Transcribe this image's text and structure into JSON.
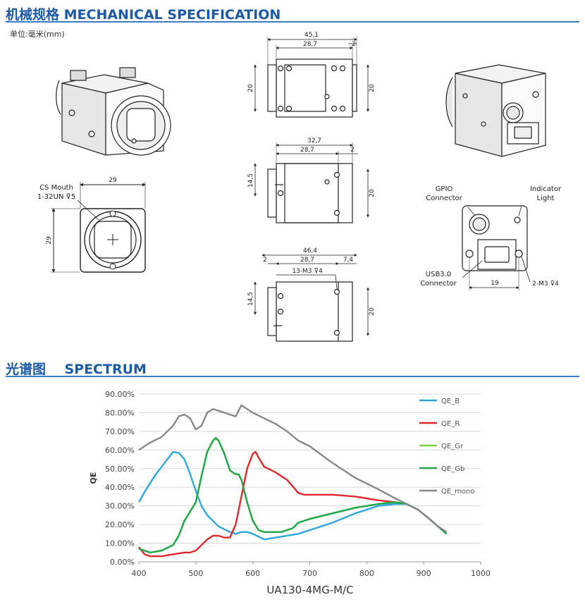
{
  "mechanical": {
    "title": "机械规格 MECHANICAL SPECIFICATION",
    "unit_note": "单位:毫米(mm)",
    "front_view": {
      "width": "29",
      "height": "29",
      "mount_label_1": "CS Mouth",
      "mount_label_2": "1-32UN ⊽5"
    },
    "top_view": {
      "overall": "45,1",
      "body": "28,7",
      "offset": "2",
      "left_height": "20",
      "right_height": "20"
    },
    "side_view": {
      "overall": "32,7",
      "body": "28,7",
      "offset": "2",
      "left_height": "14,5",
      "right_height": "20"
    },
    "bottom_view": {
      "overall": "46,4",
      "left_offset": "2",
      "body": "28,7",
      "right_offset": "7,4",
      "screw": "13-M3 ⊽4",
      "left_height": "14,5",
      "right_height": "20"
    },
    "rear_view": {
      "gpio_1": "GPIO",
      "gpio_2": "Connector",
      "indicator_1": "Indicator",
      "indicator_2": "Light",
      "usb_1": "USB3.0",
      "usb_2": "Connector",
      "spacing": "19",
      "screw": "2-M3 ⊽4"
    }
  },
  "spectrum": {
    "title": "光谱图    SPECTRUM"
  },
  "chart_data": {
    "type": "line",
    "title": "",
    "xlabel": "UA130-4MG-M/C",
    "ylabel": "QE",
    "xlim": [
      400,
      1000
    ],
    "ylim": [
      0,
      0.9
    ],
    "xticks": [
      400,
      500,
      600,
      700,
      800,
      900,
      1000
    ],
    "yticks": [
      "0.00%",
      "10.00%",
      "20.00%",
      "30.00%",
      "40.00%",
      "50.00%",
      "60.00%",
      "70.00%",
      "80.00%",
      "90.00%"
    ],
    "grid": true,
    "legend_position": "right",
    "series": [
      {
        "name": "QE_B",
        "color": "#2aa7e0",
        "x": [
          400,
          415,
          430,
          445,
          460,
          470,
          480,
          490,
          500,
          510,
          520,
          540,
          560,
          570,
          580,
          590,
          600,
          620,
          640,
          660,
          680,
          700,
          740,
          780,
          820,
          850,
          870,
          890,
          910,
          925,
          940
        ],
        "y": [
          0.32,
          0.4,
          0.47,
          0.53,
          0.59,
          0.585,
          0.55,
          0.47,
          0.38,
          0.3,
          0.25,
          0.19,
          0.16,
          0.15,
          0.16,
          0.16,
          0.15,
          0.12,
          0.13,
          0.14,
          0.15,
          0.17,
          0.21,
          0.26,
          0.3,
          0.31,
          0.31,
          0.28,
          0.23,
          0.19,
          0.15
        ]
      },
      {
        "name": "QE_R",
        "color": "#e0282c",
        "x": [
          400,
          410,
          420,
          440,
          460,
          480,
          490,
          500,
          510,
          520,
          530,
          540,
          550,
          560,
          570,
          580,
          590,
          600,
          605,
          610,
          620,
          640,
          660,
          680,
          690,
          700,
          740,
          780,
          820,
          850,
          870,
          890,
          910,
          925,
          940
        ],
        "y": [
          0.08,
          0.04,
          0.03,
          0.03,
          0.04,
          0.05,
          0.05,
          0.06,
          0.09,
          0.12,
          0.14,
          0.14,
          0.13,
          0.13,
          0.2,
          0.35,
          0.5,
          0.58,
          0.59,
          0.56,
          0.51,
          0.48,
          0.44,
          0.37,
          0.36,
          0.36,
          0.36,
          0.35,
          0.33,
          0.32,
          0.31,
          0.28,
          0.23,
          0.19,
          0.16
        ]
      },
      {
        "name": "QE_Gr",
        "color": "#7fd03c",
        "x": [
          400,
          420,
          440,
          460,
          470,
          480,
          490,
          500,
          510,
          520,
          530,
          535,
          540,
          550,
          560,
          570,
          575,
          580,
          590,
          600,
          610,
          620,
          630,
          650,
          670,
          680,
          700,
          740,
          780,
          820,
          850,
          870,
          890,
          910,
          925,
          940
        ],
        "y": [
          0.07,
          0.05,
          0.06,
          0.09,
          0.14,
          0.22,
          0.27,
          0.32,
          0.46,
          0.59,
          0.65,
          0.66,
          0.65,
          0.58,
          0.49,
          0.47,
          0.47,
          0.44,
          0.32,
          0.22,
          0.17,
          0.16,
          0.16,
          0.16,
          0.18,
          0.21,
          0.23,
          0.26,
          0.29,
          0.31,
          0.32,
          0.31,
          0.28,
          0.23,
          0.19,
          0.15
        ]
      },
      {
        "name": "QE_Gb",
        "color": "#1fa84a",
        "x": [
          400,
          420,
          440,
          460,
          470,
          480,
          490,
          500,
          510,
          520,
          530,
          535,
          540,
          550,
          560,
          570,
          575,
          580,
          590,
          600,
          610,
          620,
          630,
          650,
          670,
          680,
          700,
          740,
          780,
          820,
          850,
          870,
          890,
          910,
          925,
          940
        ],
        "y": [
          0.07,
          0.05,
          0.06,
          0.09,
          0.14,
          0.22,
          0.27,
          0.32,
          0.46,
          0.59,
          0.65,
          0.665,
          0.65,
          0.58,
          0.49,
          0.47,
          0.47,
          0.44,
          0.32,
          0.22,
          0.17,
          0.16,
          0.16,
          0.16,
          0.18,
          0.21,
          0.23,
          0.26,
          0.29,
          0.31,
          0.32,
          0.31,
          0.28,
          0.23,
          0.19,
          0.15
        ]
      },
      {
        "name": "QE_mono",
        "color": "#888888",
        "x": [
          400,
          420,
          440,
          460,
          470,
          480,
          490,
          500,
          510,
          520,
          530,
          540,
          550,
          560,
          570,
          575,
          580,
          590,
          600,
          620,
          640,
          660,
          680,
          700,
          740,
          780,
          820,
          850,
          870,
          890,
          910,
          925,
          940
        ],
        "y": [
          0.6,
          0.64,
          0.67,
          0.73,
          0.78,
          0.79,
          0.77,
          0.71,
          0.73,
          0.8,
          0.82,
          0.81,
          0.8,
          0.79,
          0.78,
          0.81,
          0.84,
          0.82,
          0.8,
          0.77,
          0.74,
          0.7,
          0.65,
          0.62,
          0.53,
          0.45,
          0.39,
          0.34,
          0.31,
          0.28,
          0.23,
          0.19,
          0.16
        ]
      }
    ]
  }
}
